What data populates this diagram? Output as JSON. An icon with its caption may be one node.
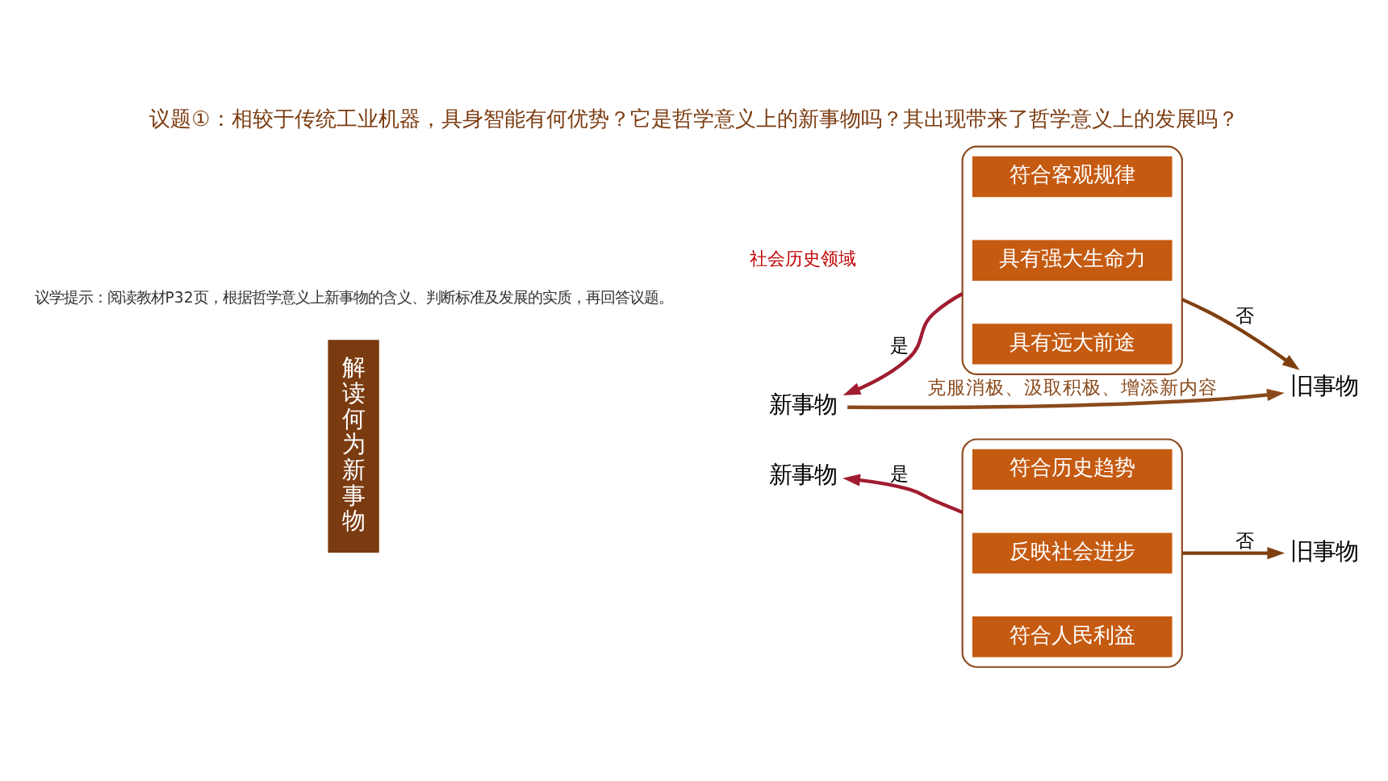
{
  "diagram": {
    "title": "议题①：相较于传统工业机器，具身智能有何优势？它是哲学意义上的新事物吗？其出现带来了哲学意义上的发展吗？",
    "nodes": [
      {
        "text": [
          "解读何为新事物"
        ]
      },
      {
        "text": [
          "新事物"
        ]
      },
      {
        "text": [],
        "shape": "brace"
      },
      {
        "text": [
          "符合客观规律"
        ],
        "in": 2
      },
      {
        "text": [
          "具有强大生命力"
        ],
        "in": 2
      },
      {
        "text": [
          "具有远大前途"
        ],
        "in": 2
      },
      {
        "text": [
          "旧事物"
        ]
      },
      {
        "text": [
          "新事物"
        ]
      },
      {
        "text": [],
        "shape": "brace"
      },
      {
        "text": [
          "符合历史趋势"
        ],
        "in": 8
      },
      {
        "text": [
          "反映社会进步"
        ],
        "in": 8
      },
      {
        "text": [
          "符合人民利益"
        ],
        "in": 8
      },
      {
        "text": [
          "旧事物"
        ]
      }
    ],
    "edges": [
      {
        "from": 2,
        "to": 1,
        "arrow": "to",
        "label": "是",
        "color": "#a01c30"
      },
      {
        "from": 2,
        "to": 6,
        "arrow": "to",
        "label": "否",
        "color": "#7f3f0e"
      },
      {
        "from": 1,
        "to": 6,
        "arrow": "to",
        "label": "克服消极、汲取积极、增添新内容",
        "color": "#8b4a1c"
      },
      {
        "from": 8,
        "to": 7,
        "arrow": "to",
        "label": "是",
        "color": "#a01c30"
      },
      {
        "from": 8,
        "to": 12,
        "arrow": "to",
        "label": "否",
        "color": "#7f3f0e"
      }
    ],
    "labels": [
      "议学提示：阅读教材P32页，根据哲学意义上新事物的含义、判断标准及发展的实质，再回答议题。",
      "社会历史领域"
    ]
  }
}
